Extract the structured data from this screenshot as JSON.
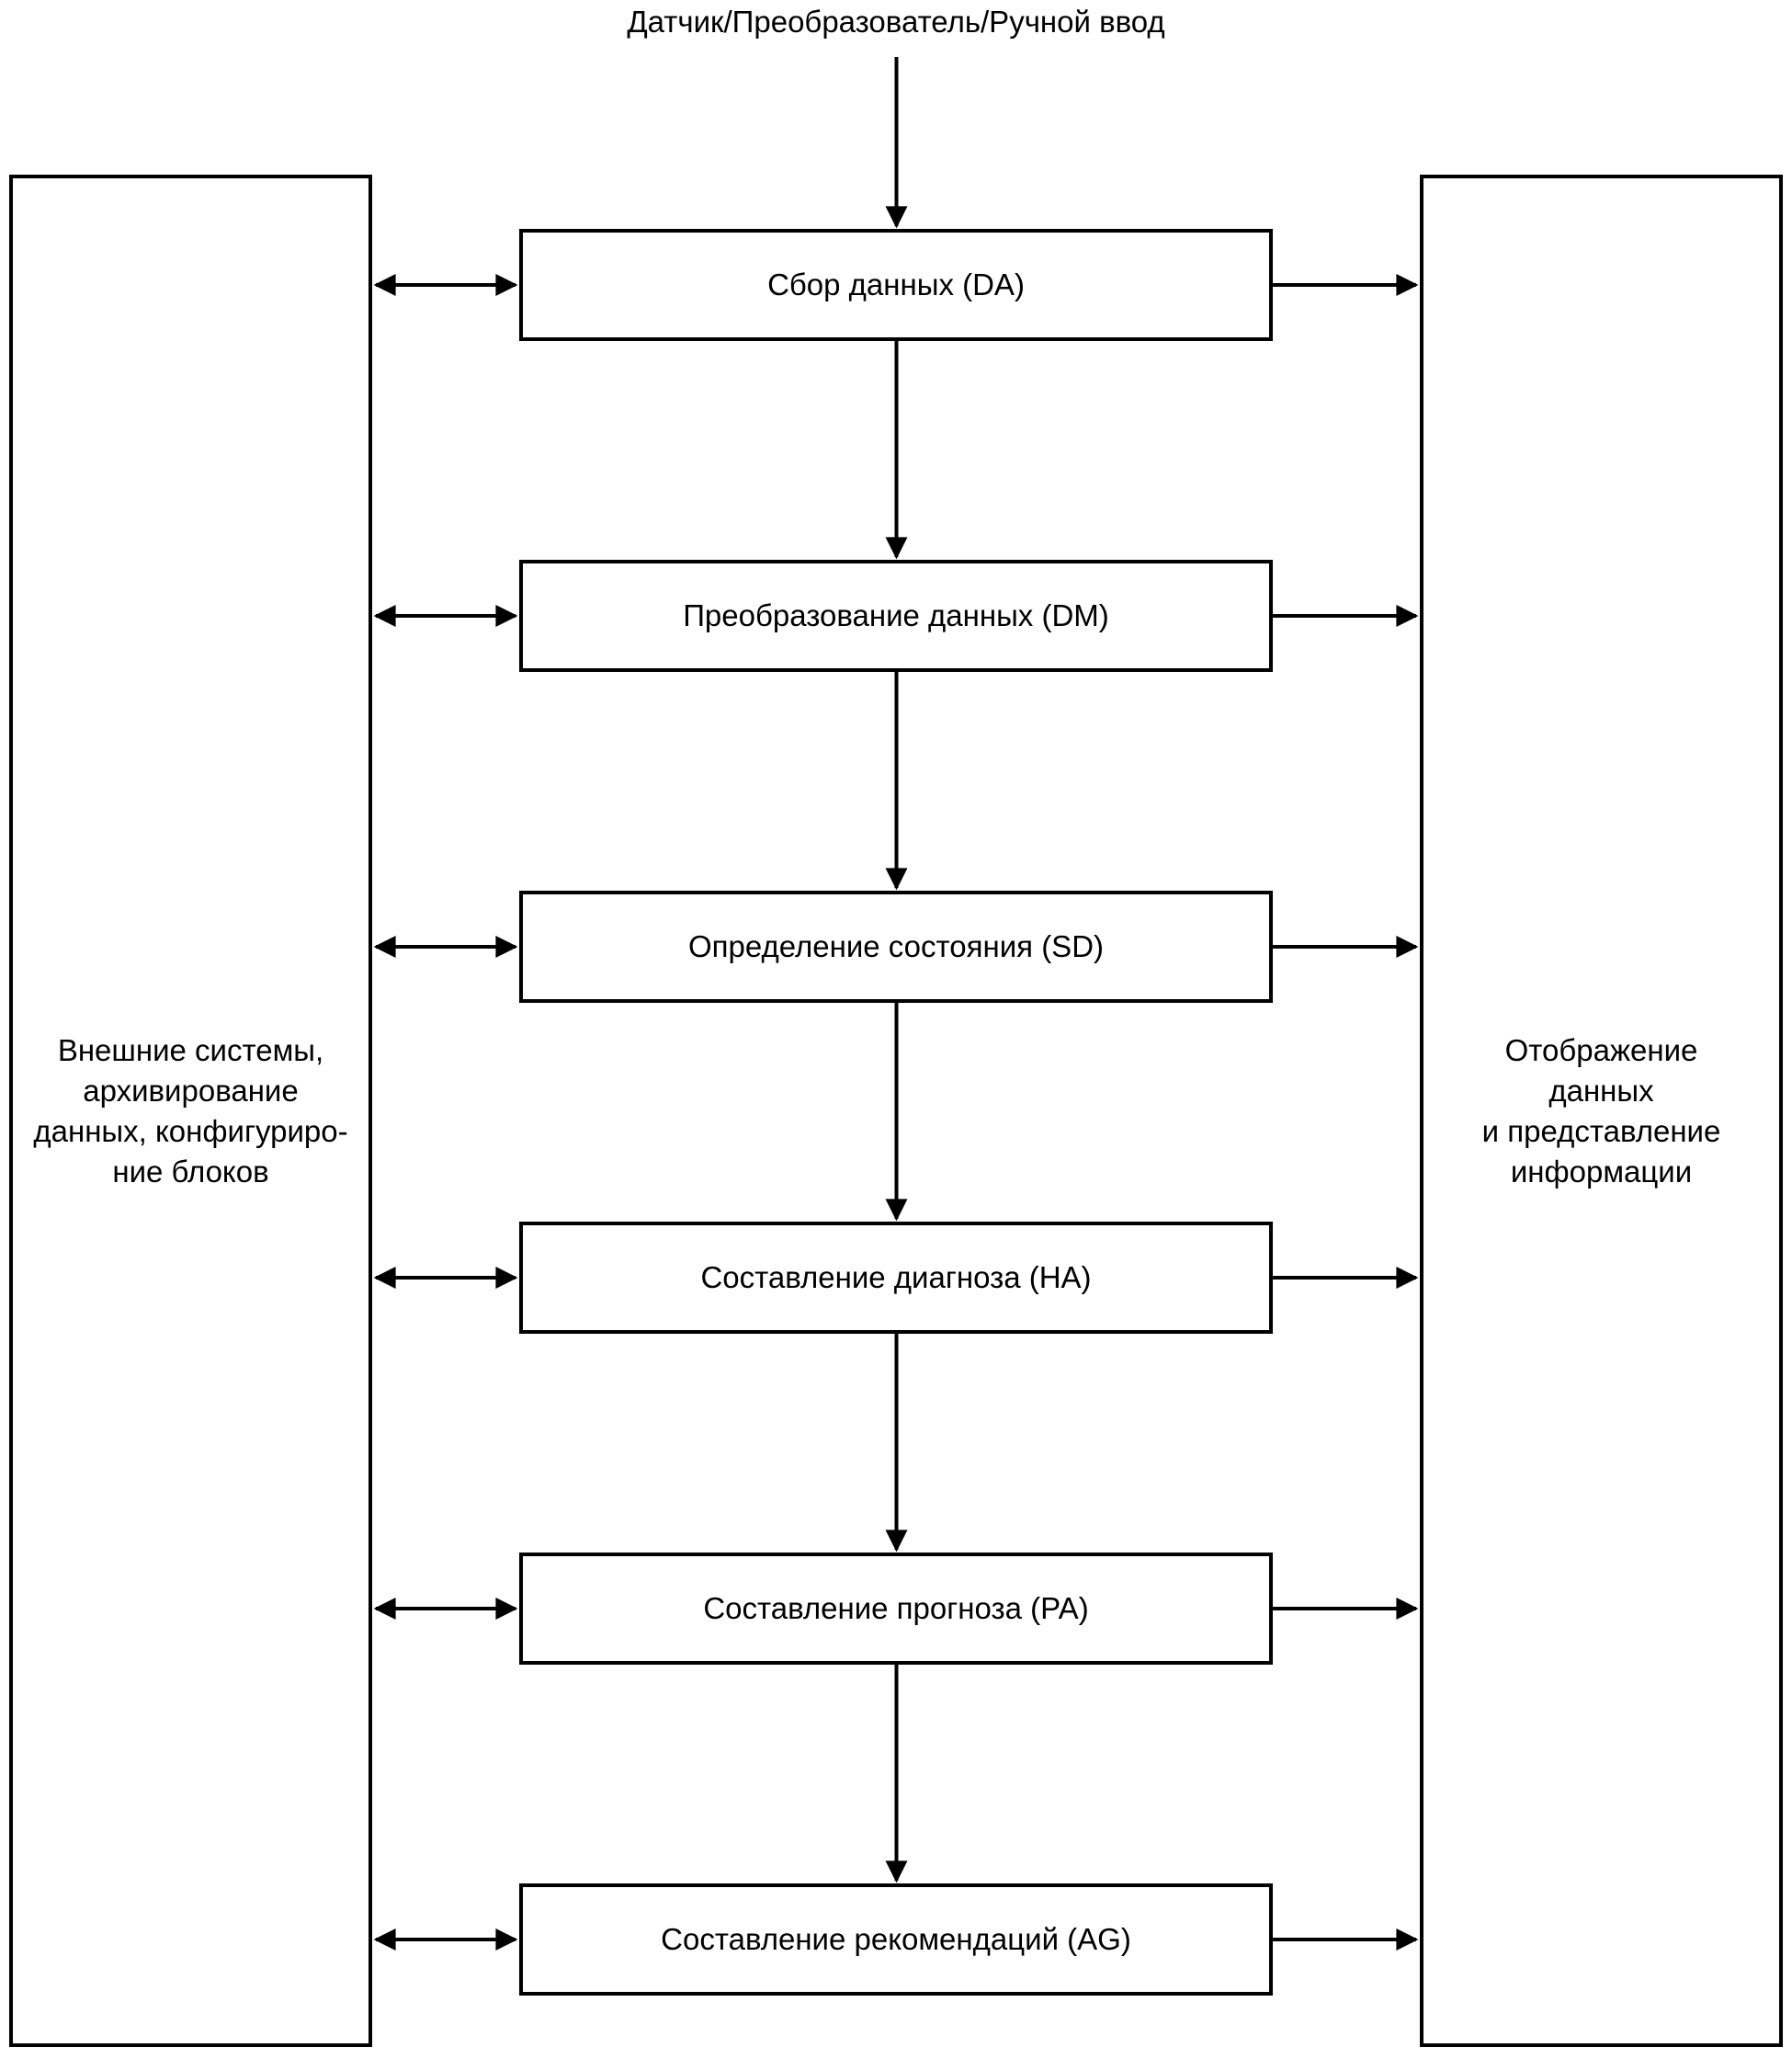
{
  "title": "Датчик/Преобразователь/Ручной ввод",
  "colors": {
    "line": "#000000",
    "background": "#ffffff"
  },
  "left_panel": {
    "label": "Внешние системы,\nархивирование\nданных, конфигуриро-\nние блоков"
  },
  "right_panel": {
    "label": "Отображение\nданных\nи представление\nинформации"
  },
  "nodes": [
    {
      "id": "DA",
      "label": "Сбор данных (DA)"
    },
    {
      "id": "DM",
      "label": "Преобразование данных (DM)"
    },
    {
      "id": "SD",
      "label": "Определение состояния (SD)"
    },
    {
      "id": "HA",
      "label": "Составление диагноза (HA)"
    },
    {
      "id": "PA",
      "label": "Составление прогноза (PA)"
    },
    {
      "id": "AG",
      "label": "Составление рекомендаций (AG)"
    }
  ]
}
